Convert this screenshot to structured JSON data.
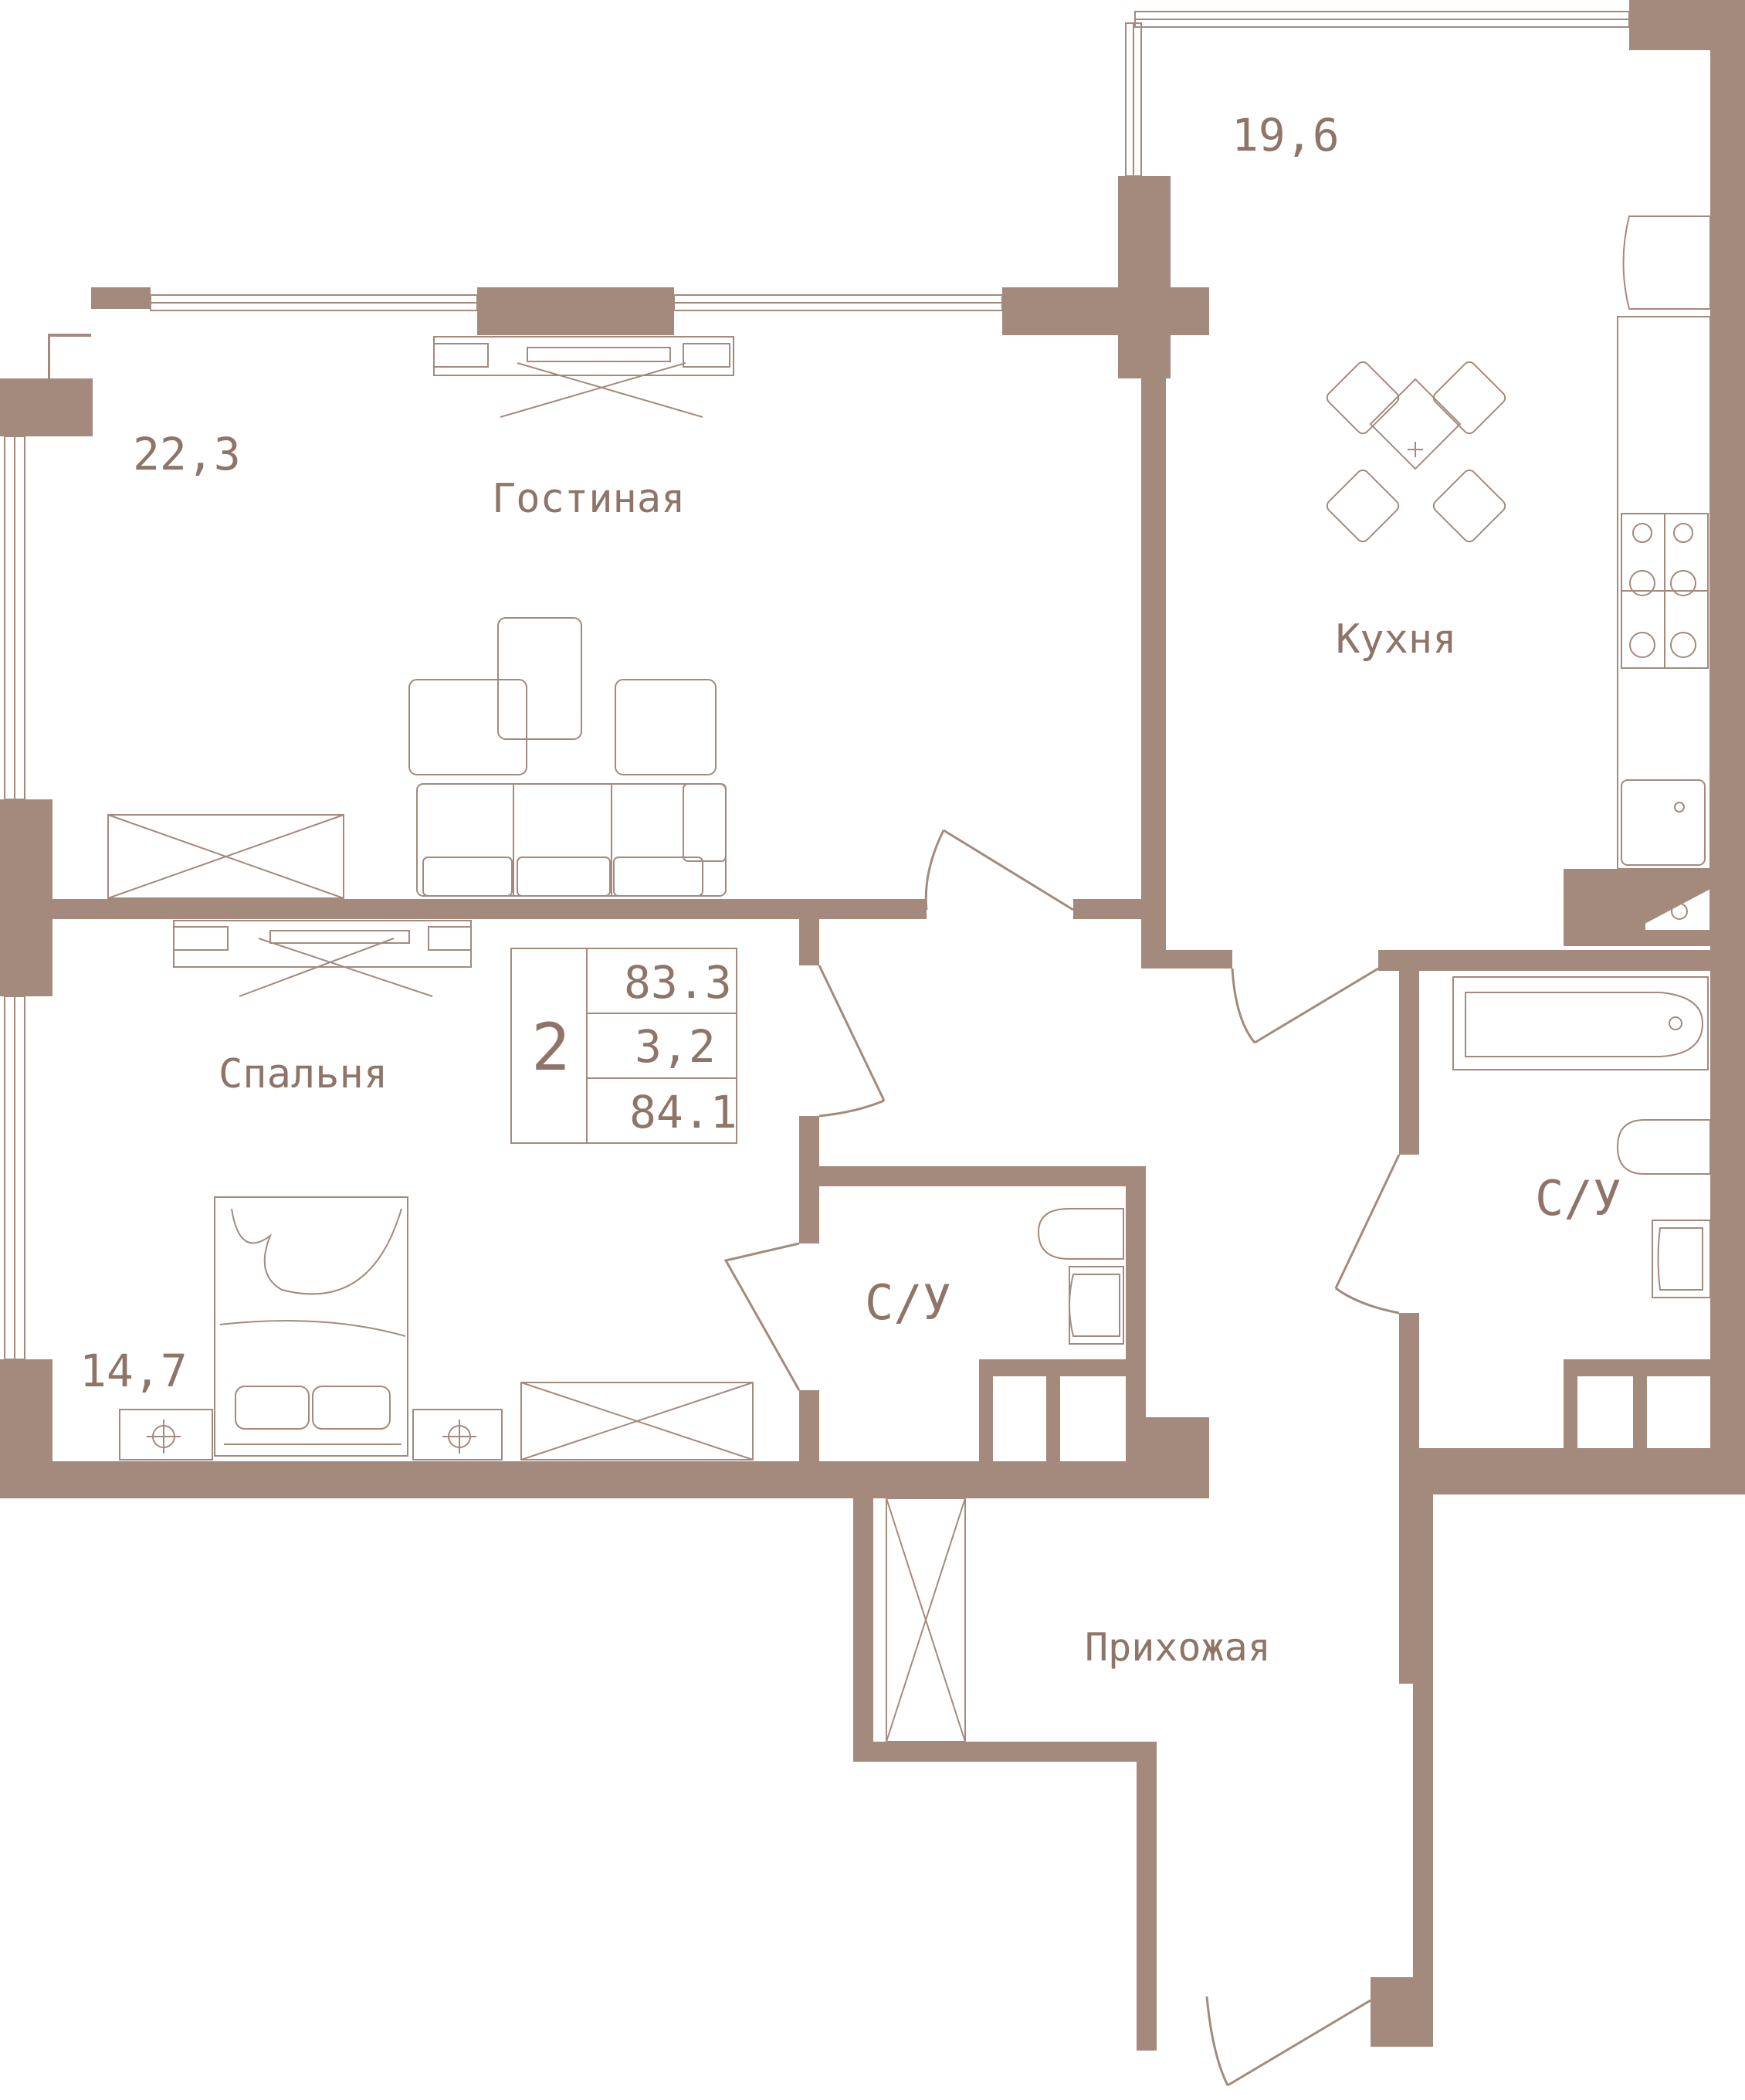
{
  "rooms": {
    "living": {
      "name": "Гостиная",
      "area": "22,3"
    },
    "kitchen": {
      "name": "Кухня",
      "area": "19,6"
    },
    "bedroom": {
      "name": "Спальня",
      "area": "14,7"
    },
    "bath_left": {
      "name": "С/У"
    },
    "bath_right": {
      "name": "С/У"
    },
    "hall": {
      "name": "Прихожая"
    }
  },
  "summary": {
    "rooms_count": "2",
    "area_1": "83.3",
    "area_2": "3,2",
    "area_3": "84.1"
  },
  "colors": {
    "wall": "#a38a7c",
    "text": "#8e7568",
    "background": "#ffffff"
  }
}
